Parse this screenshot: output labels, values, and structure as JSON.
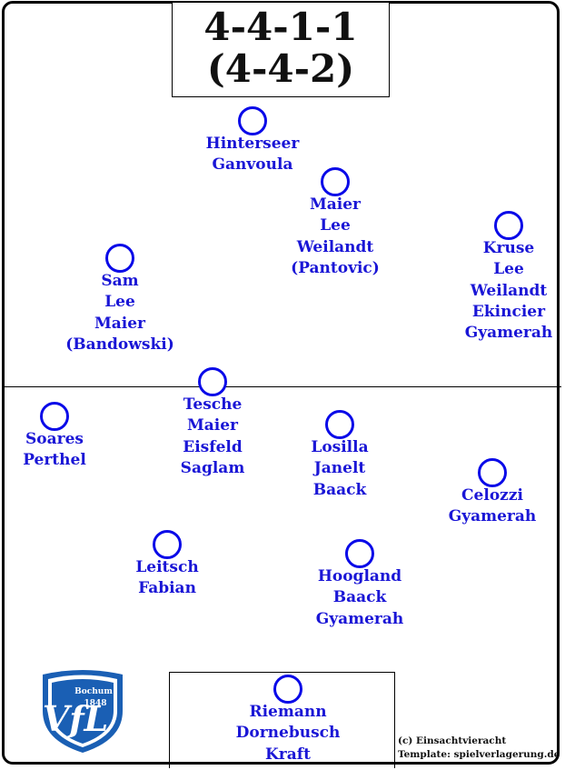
{
  "formation": {
    "line1": "4-4-1-1",
    "line2": "(4-4-2)"
  },
  "players": {
    "striker": [
      "Hinterseer",
      "Ganvoula"
    ],
    "second_striker": [
      "Maier",
      "Lee",
      "Weilandt",
      "(Pantovic)"
    ],
    "right_mid": [
      "Kruse",
      "Lee",
      "Weilandt",
      "Ekincier",
      "Gyamerah"
    ],
    "left_mid": [
      "Sam",
      "Lee",
      "Maier",
      "(Bandowski)"
    ],
    "left_cm": [
      "Tesche",
      "Maier",
      "Eisfeld",
      "Saglam"
    ],
    "right_cm": [
      "Losilla",
      "Janelt",
      "Baack"
    ],
    "left_back": [
      "Soares",
      "Perthel"
    ],
    "right_back": [
      "Celozzi",
      "Gyamerah"
    ],
    "left_cb": [
      "Leitsch",
      "Fabian"
    ],
    "right_cb": [
      "Hoogland",
      "Baack",
      "Gyamerah"
    ],
    "goalkeeper": [
      "Riemann",
      "Dornebusch",
      "Kraft"
    ]
  },
  "crest": {
    "text_top": "Bochum",
    "text_year": "1848",
    "letters": "VfL",
    "color": "#1a5fb4"
  },
  "credits": {
    "line1": "(c) Einsachtvieracht",
    "line2": "Template: spielverlagerung.de"
  },
  "colors": {
    "player_ring": "#0a0ae8",
    "player_text": "#1a16d6"
  }
}
